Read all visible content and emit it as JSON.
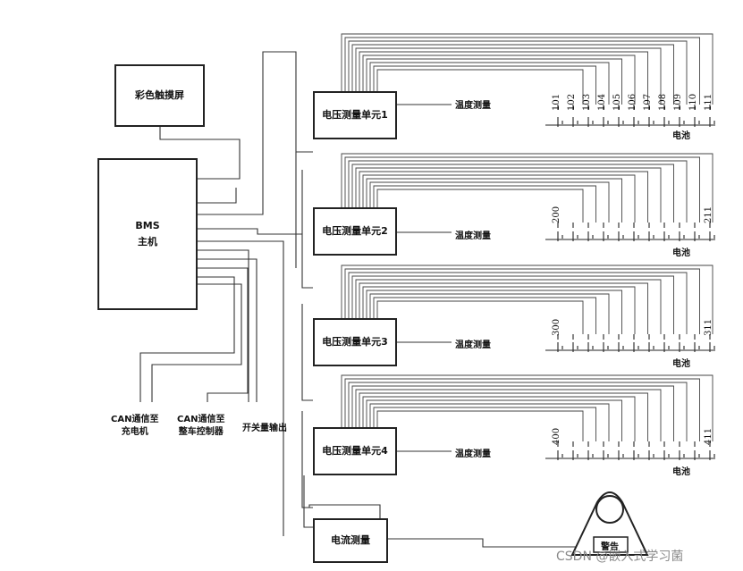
{
  "labels": {
    "touchscreen": "彩色触摸屏",
    "bms_line1": "BMS",
    "bms_line2": "主机",
    "can_charger_line1": "CAN通信至",
    "can_charger_line2": "充电机",
    "can_vehicle_line1": "CAN通信至",
    "can_vehicle_line2": "整车控制器",
    "switch_output": "开关量输出",
    "current_measure": "电流测量",
    "alarm": "警告",
    "watermark": "CSDN @嵌入式学习菌"
  },
  "units": [
    {
      "name": "电压测量单元1",
      "temp": "温度测量",
      "battery_label": "电池",
      "cell_numbers": [
        "101",
        "102",
        "103",
        "104",
        "105",
        "106",
        "107",
        "108",
        "109",
        "110",
        "111"
      ]
    },
    {
      "name": "电压测量单元2",
      "temp": "温度测量",
      "battery_label": "电池",
      "cell_numbers": [
        "200",
        "211"
      ]
    },
    {
      "name": "电压测量单元3",
      "temp": "温度测量",
      "battery_label": "电池",
      "cell_numbers": [
        "300",
        "311"
      ]
    },
    {
      "name": "电压测量单元4",
      "temp": "温度测量",
      "battery_label": "电池",
      "cell_numbers": [
        "400",
        "411"
      ]
    }
  ]
}
